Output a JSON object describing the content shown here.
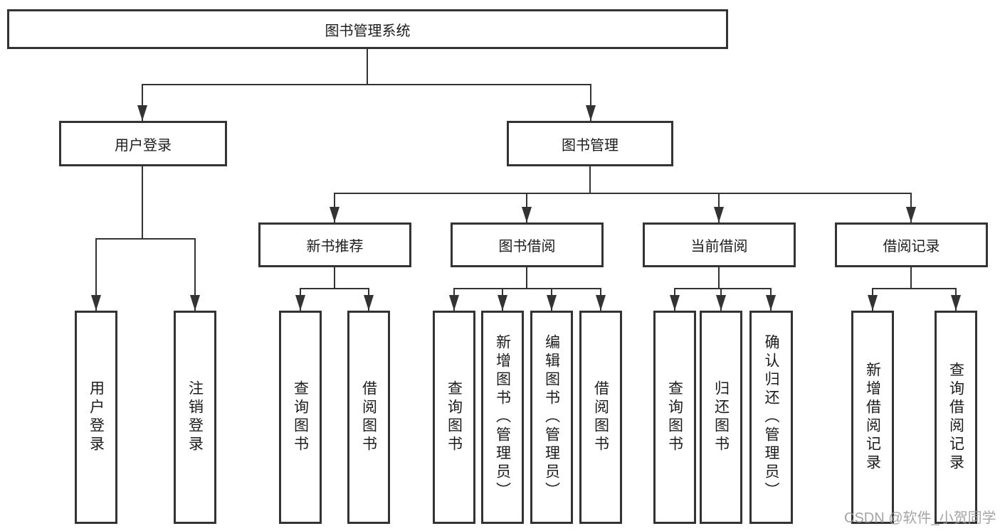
{
  "diagram": {
    "root": {
      "label": "图书管理系统"
    },
    "level2": [
      {
        "id": "user-login",
        "label": "用户登录",
        "parent": "图书管理系统"
      },
      {
        "id": "book-management",
        "label": "图书管理",
        "parent": "图书管理系统"
      }
    ],
    "level3": [
      {
        "id": "new-book-recommendation",
        "label": "新书推荐",
        "parent": "图书管理"
      },
      {
        "id": "book-borrowing",
        "label": "图书借阅",
        "parent": "图书管理"
      },
      {
        "id": "current-borrowing",
        "label": "当前借阅",
        "parent": "图书管理"
      },
      {
        "id": "borrowing-records",
        "label": "借阅记录",
        "parent": "图书管理"
      }
    ],
    "level4": [
      {
        "id": "leaf-user-login",
        "label": "用户登录",
        "parent": "用户登录"
      },
      {
        "id": "leaf-logout",
        "label": "注销登录",
        "parent": "用户登录"
      },
      {
        "id": "leaf-query-books-recommend",
        "label": "查询图书",
        "parent": "新书推荐"
      },
      {
        "id": "leaf-borrow-books-recommend",
        "label": "借阅图书",
        "parent": "新书推荐"
      },
      {
        "id": "leaf-query-books-borrow",
        "label": "查询图书",
        "parent": "图书借阅"
      },
      {
        "id": "leaf-add-books-admin",
        "label": "新增图书（管理员）",
        "parent": "图书借阅"
      },
      {
        "id": "leaf-edit-books-admin",
        "label": "编辑图书（管理员）",
        "parent": "图书借阅"
      },
      {
        "id": "leaf-borrow-books",
        "label": "借阅图书",
        "parent": "图书借阅"
      },
      {
        "id": "leaf-query-books-current",
        "label": "查询图书",
        "parent": "当前借阅"
      },
      {
        "id": "leaf-return-books",
        "label": "归还图书",
        "parent": "当前借阅"
      },
      {
        "id": "leaf-confirm-return-admin",
        "label": "确认归还（管理员）",
        "parent": "当前借阅"
      },
      {
        "id": "leaf-add-borrow-record",
        "label": "新增借阅记录",
        "parent": "借阅记录"
      },
      {
        "id": "leaf-query-borrow-record",
        "label": "查询借阅记录",
        "parent": "借阅记录"
      }
    ],
    "colors": {
      "line": "#333333",
      "background": "#ffffff",
      "text": "#1c1c1c"
    }
  },
  "watermark": {
    "text": "CSDN @软件_小贺同学",
    "color": "#9b9b9b"
  }
}
